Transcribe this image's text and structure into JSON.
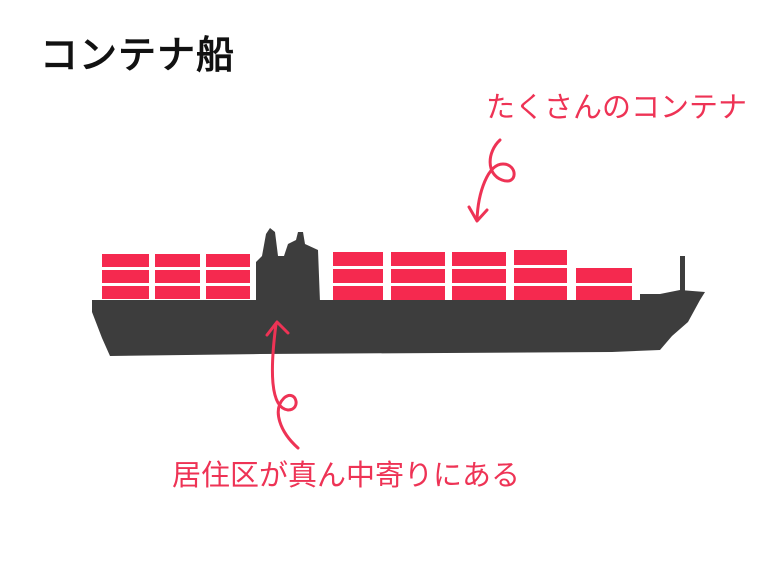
{
  "title": "コンテナ船",
  "annotations": {
    "containers": "たくさんのコンテナ",
    "bridge": "居住区が真ん中寄りにある"
  },
  "colors": {
    "hull": "#3d3d3d",
    "container": "#f5294f",
    "annotation": "#ee3355",
    "title": "#111111"
  }
}
